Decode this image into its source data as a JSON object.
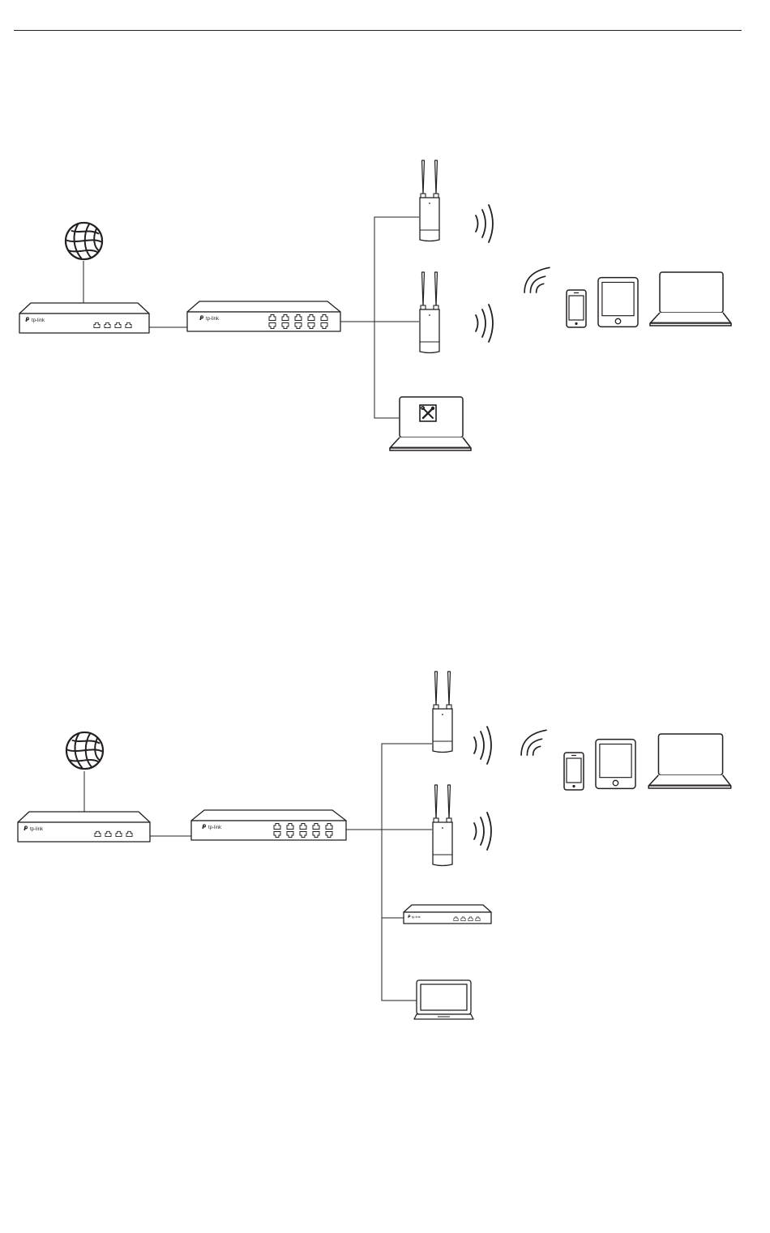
{
  "brand": {
    "logo_text": "tp-link"
  },
  "diagram_1": {
    "devices": [
      {
        "name": "internet",
        "icon": "globe-icon"
      },
      {
        "name": "router",
        "icon": "router-icon"
      },
      {
        "name": "switch",
        "icon": "switch-icon"
      },
      {
        "name": "access-point-1",
        "icon": "outdoor-access-point-icon"
      },
      {
        "name": "access-point-2",
        "icon": "outdoor-access-point-icon"
      },
      {
        "name": "management-laptop",
        "icon": "laptop-with-tools-icon"
      },
      {
        "name": "wireless-clients",
        "icon": "phone-tablet-laptop-icon"
      }
    ]
  },
  "diagram_2": {
    "devices": [
      {
        "name": "internet",
        "icon": "globe-icon"
      },
      {
        "name": "router",
        "icon": "router-icon"
      },
      {
        "name": "switch",
        "icon": "switch-icon"
      },
      {
        "name": "access-point-1",
        "icon": "outdoor-access-point-icon"
      },
      {
        "name": "access-point-2",
        "icon": "outdoor-access-point-icon"
      },
      {
        "name": "controller",
        "icon": "hardware-controller-icon"
      },
      {
        "name": "management-laptop",
        "icon": "laptop-icon"
      },
      {
        "name": "wireless-clients",
        "icon": "phone-tablet-laptop-icon"
      }
    ]
  }
}
